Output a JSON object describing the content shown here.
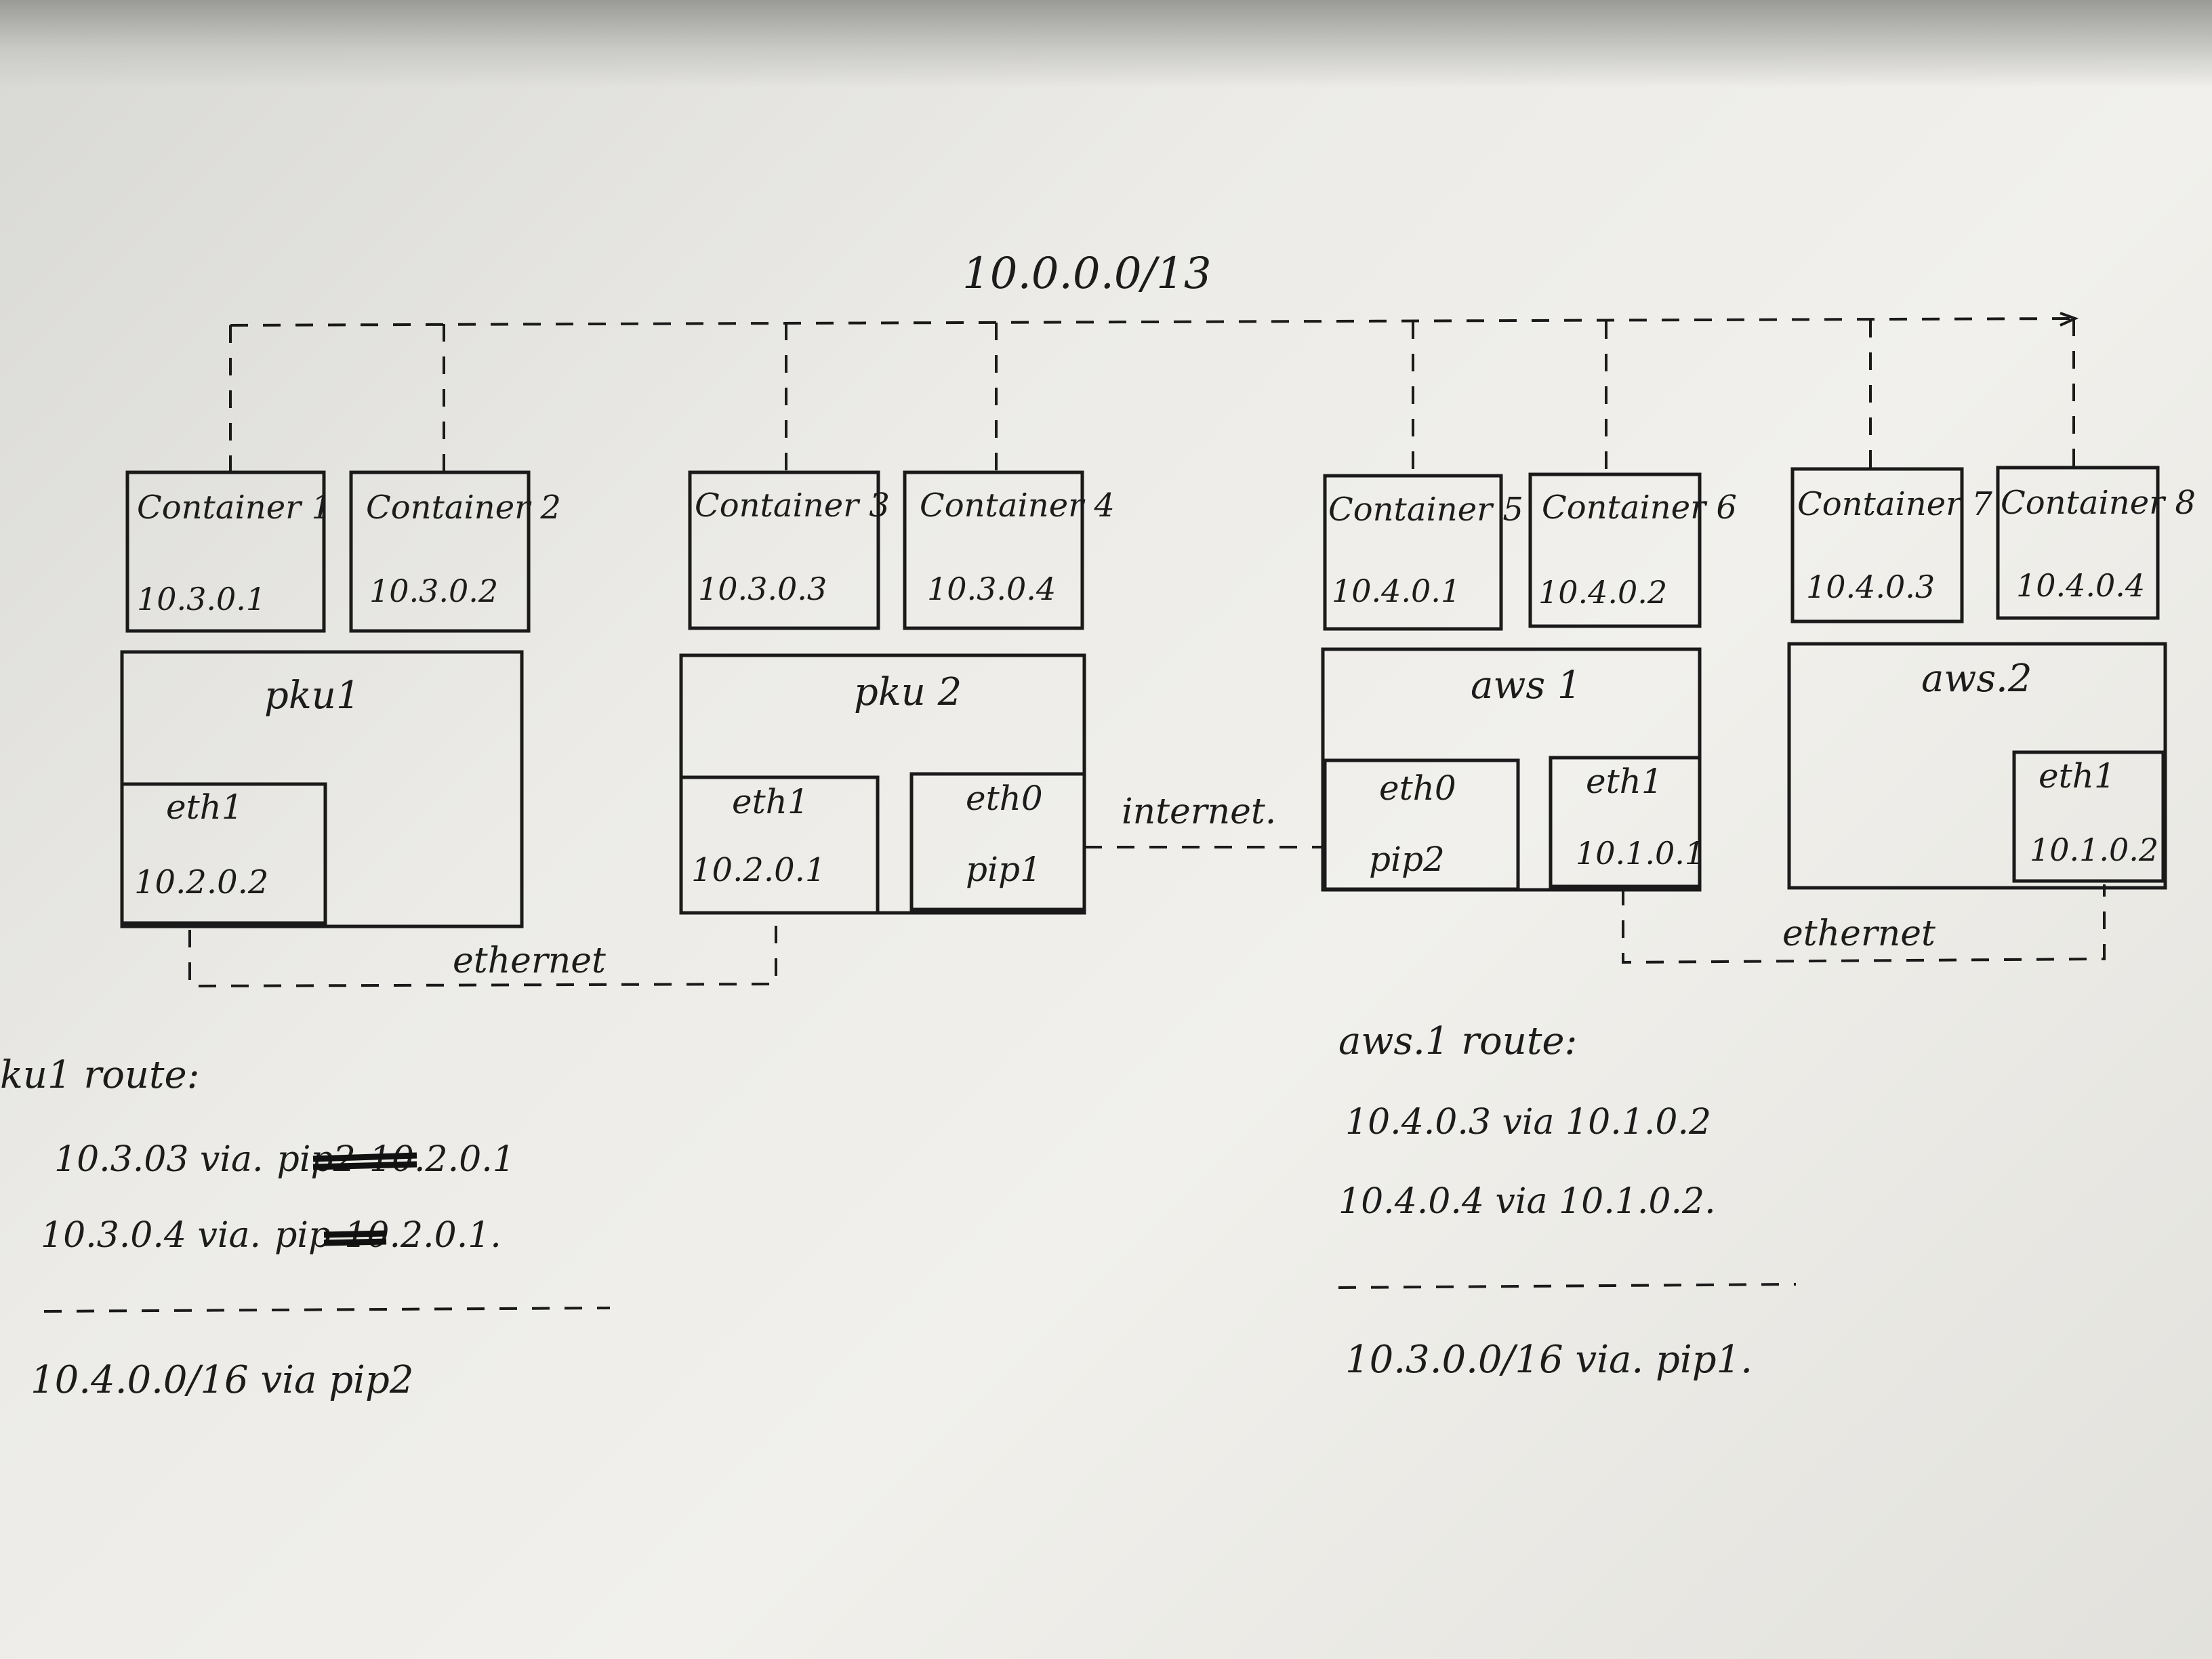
{
  "network": {
    "cidr": "10.0.0.0/13"
  },
  "containers": [
    {
      "name": "Container 1",
      "ip": "10.3.0.1"
    },
    {
      "name": "Container 2",
      "ip": "10.3.0.2"
    },
    {
      "name": "Container 3",
      "ip": "10.3.0.3"
    },
    {
      "name": "Container 4",
      "ip": "10.3.0.4"
    },
    {
      "name": "Container 5",
      "ip": "10.4.0.1"
    },
    {
      "name": "Container 6",
      "ip": "10.4.0.2"
    },
    {
      "name": "Container 7",
      "ip": "10.4.0.3"
    },
    {
      "name": "Container 8",
      "ip": "10.4.0.4"
    }
  ],
  "hosts": {
    "pku1": {
      "name": "pku1",
      "eth1": {
        "iface": "eth1",
        "addr": "10.2.0.2"
      }
    },
    "pku2": {
      "name": "pku 2",
      "eth1": {
        "iface": "eth1",
        "addr": "10.2.0.1"
      },
      "eth0": {
        "iface": "eth0",
        "addr": "pip1"
      }
    },
    "aws1": {
      "name": "aws 1",
      "eth0": {
        "iface": "eth0",
        "addr": "pip2"
      },
      "eth1": {
        "iface": "eth1",
        "addr": "10.1.0.1"
      }
    },
    "aws2": {
      "name": "aws.2",
      "eth1": {
        "iface": "eth1",
        "addr": "10.1.0.2"
      }
    }
  },
  "links": {
    "internet": "internet.",
    "ethernet_left": "ethernet",
    "ethernet_right": "ethernet"
  },
  "routes_left": {
    "title": "ku1 route:",
    "r1": {
      "dest": "10.3.03 via.",
      "struck": "pip2",
      "gw": "10.2.0.1"
    },
    "r2": {
      "dest": "10.3.0.4 via.",
      "struck": "pip",
      "gw": "10.2.0.1."
    },
    "r3": "10.4.0.0/16 via pip2"
  },
  "routes_right": {
    "title": "aws.1 route:",
    "r1": "10.4.0.3 via 10.1.0.2",
    "r2": "10.4.0.4 via 10.1.0.2.",
    "r3": "10.3.0.0/16 via. pip1."
  }
}
